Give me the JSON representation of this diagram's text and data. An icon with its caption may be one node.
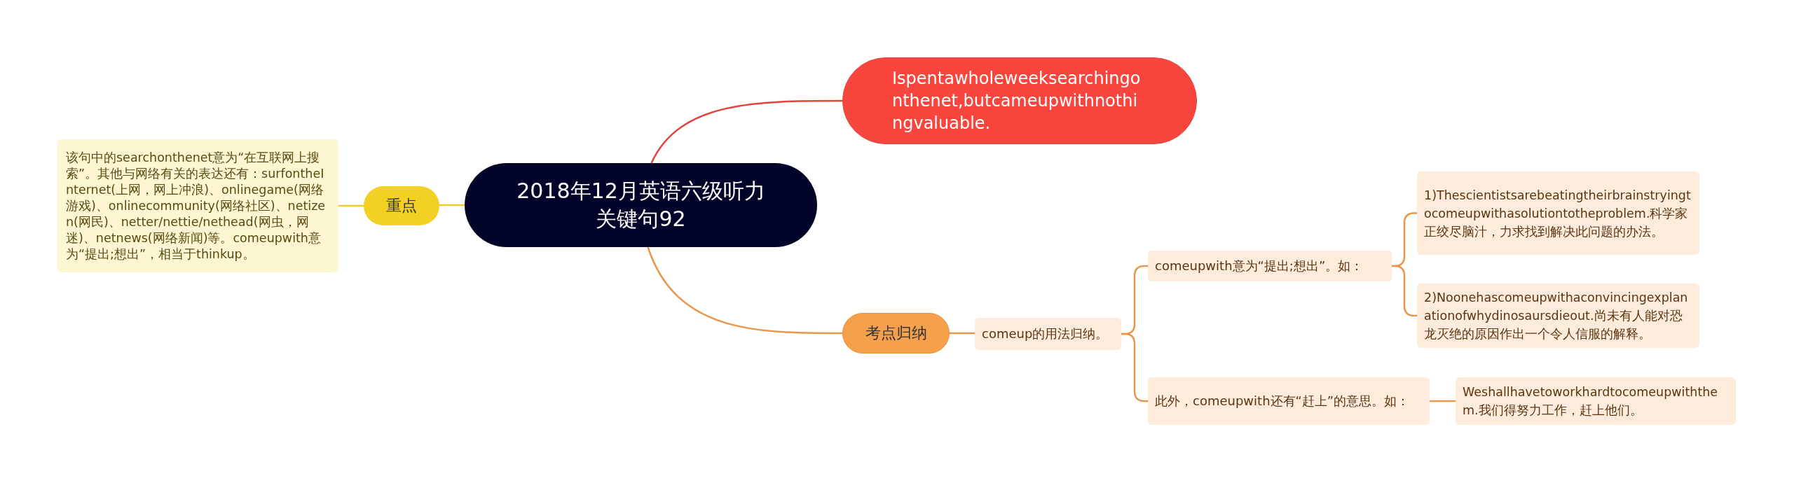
{
  "diagram": {
    "nodes": [
      {
        "text": [
          "2018年12月英语六级听力关键句92"
        ]
      },
      {
        "text": [
          "Ispentawholeweeksearchingonthenet,butcameupwithnothingvaluable."
        ]
      },
      {
        "text": [
          "重点"
        ]
      },
      {
        "text": [
          "该句中的searchonthenet意为“在互联网上搜索”。其他与网络有关的表达还有：surfontheInternet(上网，网上冲浪)、onlinegame(网络游戏)、onlinecommunity(网络社区)、netizen(网民)、netter/nettie/nethead(网虫，网迷)、netnews(网络新闻)等。comeupwith意为“提出;想出”，相当于thinkup。"
        ]
      },
      {
        "text": [
          "考点归纳"
        ]
      },
      {
        "text": [
          "comeup的用法归纳。"
        ]
      },
      {
        "text": [
          "comeupwith意为“提出;想出”。如："
        ]
      },
      {
        "text": [
          "1)Thescientistsarebeatingtheirbrainstryingtocomeupwithasolutiontotheproblem.科学家正绞尽脑汁，力求找到解决此问题的办法。"
        ]
      },
      {
        "text": [
          "2)Noonehascomeupwithaconvincingexplanationofwhydinosaursdieout.尚未有人能对恐龙灭绝的原因作出一个令人信服的解释。"
        ]
      },
      {
        "text": [
          "此外，comeupwith还有“赶上”的意思。如："
        ]
      },
      {
        "text": [
          "Weshallhavetoworkhardtocomeupwiththem.我们得努力工作，赶上他们。"
        ]
      }
    ],
    "edges": [
      {
        "from": 0,
        "to": 1,
        "arrow": "none",
        "color": "#e0453c"
      },
      {
        "from": 0,
        "to": 2,
        "arrow": "none",
        "color": "#f0cc2a"
      },
      {
        "from": 2,
        "to": 3,
        "arrow": "none",
        "color": "#f0cc2a"
      },
      {
        "from": 0,
        "to": 4,
        "arrow": "none"
      },
      {
        "from": 4,
        "to": 5,
        "arrow": "none"
      },
      {
        "from": 5,
        "to": 6,
        "arrow": "none"
      },
      {
        "from": 6,
        "to": 7,
        "arrow": "none"
      },
      {
        "from": 6,
        "to": 8,
        "arrow": "none"
      },
      {
        "from": 5,
        "to": 9,
        "arrow": "none"
      },
      {
        "from": 9,
        "to": 10,
        "arrow": "none"
      }
    ]
  }
}
